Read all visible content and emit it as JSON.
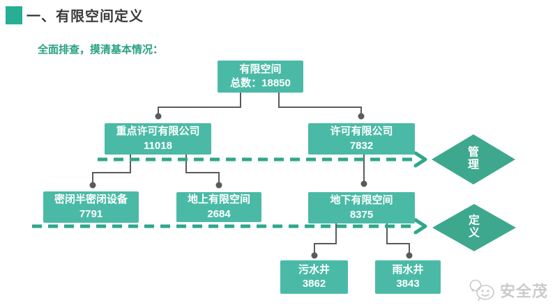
{
  "header": {
    "bullet_icon": "green-square-bullet",
    "title": "一、有限空间定义"
  },
  "intro": {
    "text": "全面排查，摸清基本情况："
  },
  "org_chart": {
    "nodes": {
      "total": {
        "label": "有限空间",
        "value": "总数：18850"
      },
      "key_permit": {
        "label": "重点许可有限公司",
        "value": "11018"
      },
      "permit": {
        "label": "许可有限公司",
        "value": "7832"
      },
      "sealed_equipment": {
        "label": "密闭半密闭设备",
        "value": "7791"
      },
      "above_ground": {
        "label": "地上有限空间",
        "value": "2684"
      },
      "below_ground": {
        "label": "地下有限空间",
        "value": "8375"
      },
      "sewage_well": {
        "label": "污水井",
        "value": "3862"
      },
      "rain_well": {
        "label": "雨水井",
        "value": "3843"
      }
    },
    "edges": [
      "total->key_permit",
      "total->permit",
      "key_permit->sealed_equipment",
      "key_permit->above_ground",
      "permit->below_ground",
      "below_ground->sewage_well",
      "below_ground->rain_well"
    ],
    "dashed_arrows": [
      {
        "row": "level2",
        "points_to": "管理"
      },
      {
        "row": "level3",
        "points_to": "定义"
      }
    ]
  },
  "diamonds": {
    "management": "管理",
    "definition": "定义"
  },
  "watermark": {
    "icon": "wechat-chat-bubbles-icon",
    "brand": "安全茂"
  },
  "colors": {
    "node_fill": "#4abaa6",
    "diamond_fill": "#3ea88e",
    "dashed_arrow": "#2fa78b",
    "connector": "#5a5a5a",
    "title_text": "#3b3b3b",
    "intro_text": "#29a183",
    "bullet": "#27ae93",
    "watermark": "#c8c8c8"
  }
}
